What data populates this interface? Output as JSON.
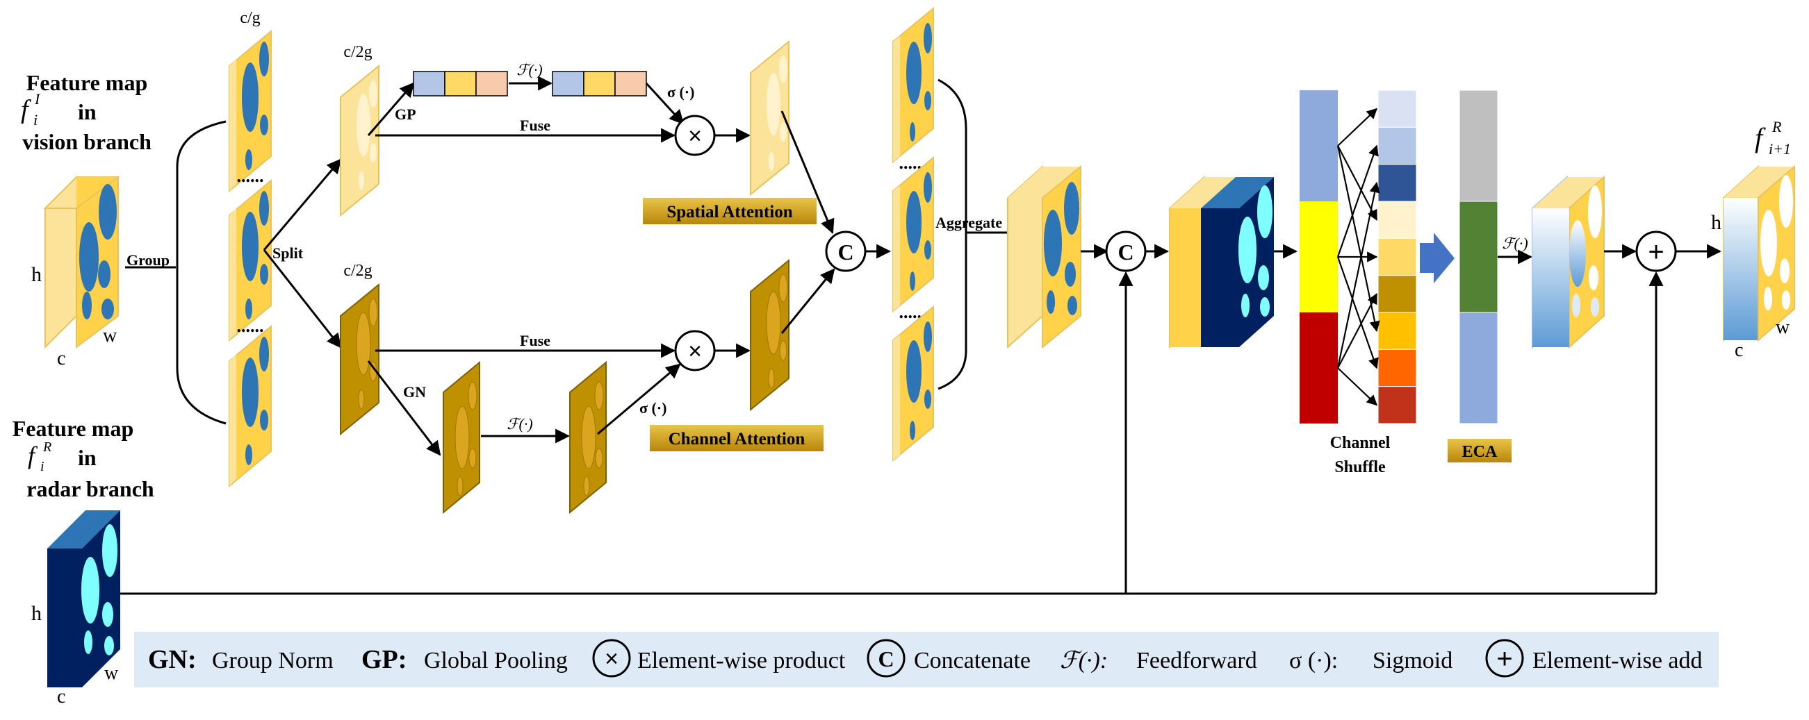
{
  "labels": {
    "vision_title_1": "Feature map",
    "vision_fi": "f",
    "vision_sub": "i",
    "vision_sup": "I",
    "vision_in": "in",
    "vision_title_2": "vision branch",
    "radar_title_1": "Feature map",
    "radar_fi": "f",
    "radar_sub": "i",
    "radar_sup": "R",
    "radar_in": "in",
    "radar_title_2": "radar branch",
    "h": "h",
    "w": "w",
    "c": "c",
    "group": "Group",
    "split": "Split",
    "c_g": "c/g",
    "c_2g": "c/2g",
    "gp": "GP",
    "gn": "GN",
    "fuse": "Fuse",
    "ff": "ℱ(·)",
    "sigma": "σ (·)",
    "spatial_attention": "Spatial Attention",
    "channel_attention": "Channel Attention",
    "aggregate": "Aggregate",
    "concat_symbol": "C",
    "add_symbol": "+",
    "times_symbol": "×",
    "channel_shuffle_1": "Channel",
    "channel_shuffle_2": "Shuffle",
    "eca": "ECA",
    "out_f": "f",
    "out_sub": "i+1",
    "out_sup": "R",
    "dots": "......"
  },
  "legend": {
    "gn_key": "GN:",
    "gn_val": "Group Norm",
    "gp_key": "GP:",
    "gp_val": "Global Pooling",
    "prod_val": "Element-wise product",
    "concat_val": "Concatenate",
    "ff_key": "ℱ(·):",
    "ff_val": "Feedforward",
    "sig_key": "σ (·):",
    "sig_val": "Sigmoid",
    "add_val": "Element-wise add"
  },
  "colors": {
    "yellow_front": "#FFD24A",
    "yellow_side": "#FCE39A",
    "blue_circle": "#2E75B6",
    "olive": "#BF9000",
    "olive_dark": "#7F6000",
    "navy": "#002060",
    "cyan": "#7FFFFF",
    "legend_bg": "#DEEBF7",
    "gold_label": "#C9A227"
  },
  "shuffle_left": [
    "#8EA9DB",
    "#FFFF00",
    "#C00000"
  ],
  "shuffle_right": [
    "#D9E1F2",
    "#B4C6E7",
    "#2F5597",
    "#FFF2CC",
    "#FFD966",
    "#BF9000",
    "#FFC000",
    "#FF6600",
    "#C0321A"
  ],
  "eca_bar": [
    "#BFBFBF",
    "#548235",
    "#8EA9DB"
  ]
}
